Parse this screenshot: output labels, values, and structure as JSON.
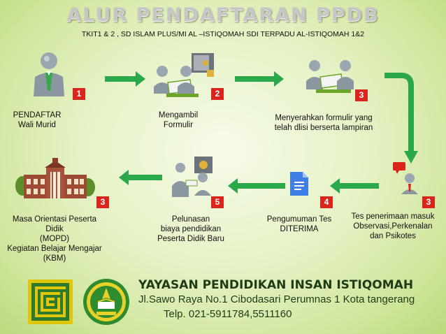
{
  "title": "ALUR PENDAFTARAN PPDB",
  "subtitle": "TKIT1 & 2 , SD ISLAM PLUS/MI AL –ISTIQOMAH SDI TERPADU AL-ISTIQOMAH 1&2",
  "steps": [
    {
      "badge": "1",
      "label": "PENDAFTAR\nWali Murid",
      "icon": "person-icon"
    },
    {
      "badge": "2",
      "label": "Mengambil\nFormulir",
      "icon": "take-form-icon"
    },
    {
      "badge": "3",
      "label": "Menyerahkan formulir yang\ntelah dlisi berserta lampiran",
      "icon": "submit-form-icon"
    },
    {
      "badge": "3",
      "label": "Tes penerimaan masuk\nObservasi,Perkenalan\ndan Psikotes",
      "icon": "interview-icon"
    },
    {
      "badge": "4",
      "label": "Pengumuman Tes\nDITERIMA",
      "icon": "document-icon"
    },
    {
      "badge": "5",
      "label": "Pelunasan\nbiaya pendidikan\nPeserta Didik Baru",
      "icon": "payment-icon"
    },
    {
      "badge": "3",
      "label": "Masa Orientasi Peserta\nDidik\n(MOPD)\nKegiatan Belajar Mengajar\n(KBM)",
      "icon": "school-building-icon"
    }
  ],
  "footer": {
    "foundation": "YAYASAN PENDIDIKAN INSAN ISTIQOMAH",
    "address": "Jl.Sawo Raya No.1 Cibodasari Perumnas 1 Kota tangerang",
    "phone": "Telp. 021-5911784,5511160"
  },
  "colors": {
    "arrow": "#2aa84a",
    "badge": "#d9251c",
    "logo_green": "#2e8b2e",
    "footer_text": "#1e3b16"
  }
}
